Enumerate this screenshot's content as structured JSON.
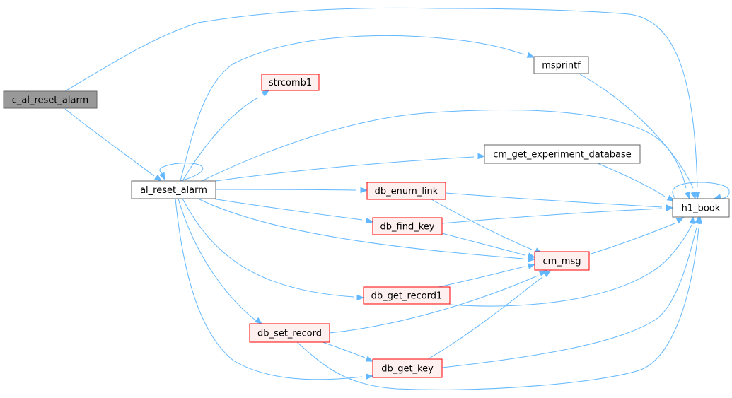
{
  "nodes": [
    {
      "id": "c_al_reset_alarm",
      "label": "c_al_reset_alarm",
      "style": "highlight"
    },
    {
      "id": "al_reset_alarm",
      "label": "al_reset_alarm",
      "style": "plain"
    },
    {
      "id": "msprintf",
      "label": "msprintf",
      "style": "plain"
    },
    {
      "id": "strcomb1",
      "label": "strcomb1",
      "style": "red"
    },
    {
      "id": "cm_get_experiment_database",
      "label": "cm_get_experiment_database",
      "style": "plain"
    },
    {
      "id": "db_enum_link",
      "label": "db_enum_link",
      "style": "red"
    },
    {
      "id": "db_find_key",
      "label": "db_find_key",
      "style": "red"
    },
    {
      "id": "cm_msg",
      "label": "cm_msg",
      "style": "red"
    },
    {
      "id": "db_get_record1",
      "label": "db_get_record1",
      "style": "red"
    },
    {
      "id": "db_set_record",
      "label": "db_set_record",
      "style": "red"
    },
    {
      "id": "db_get_key",
      "label": "db_get_key",
      "style": "red"
    },
    {
      "id": "h1_book",
      "label": "h1_book",
      "style": "plain"
    }
  ],
  "edges": [
    [
      "c_al_reset_alarm",
      "h1_book"
    ],
    [
      "c_al_reset_alarm",
      "al_reset_alarm"
    ],
    [
      "al_reset_alarm",
      "al_reset_alarm"
    ],
    [
      "al_reset_alarm",
      "msprintf"
    ],
    [
      "al_reset_alarm",
      "strcomb1"
    ],
    [
      "al_reset_alarm",
      "h1_book"
    ],
    [
      "al_reset_alarm",
      "cm_get_experiment_database"
    ],
    [
      "al_reset_alarm",
      "db_enum_link"
    ],
    [
      "al_reset_alarm",
      "db_find_key"
    ],
    [
      "al_reset_alarm",
      "cm_msg"
    ],
    [
      "al_reset_alarm",
      "db_get_record1"
    ],
    [
      "al_reset_alarm",
      "db_set_record"
    ],
    [
      "al_reset_alarm",
      "db_get_key"
    ],
    [
      "msprintf",
      "h1_book"
    ],
    [
      "cm_get_experiment_database",
      "h1_book"
    ],
    [
      "db_enum_link",
      "h1_book"
    ],
    [
      "db_enum_link",
      "cm_msg"
    ],
    [
      "db_find_key",
      "h1_book"
    ],
    [
      "db_find_key",
      "cm_msg"
    ],
    [
      "cm_msg",
      "h1_book"
    ],
    [
      "db_get_record1",
      "cm_msg"
    ],
    [
      "db_get_record1",
      "h1_book"
    ],
    [
      "db_set_record",
      "cm_msg"
    ],
    [
      "db_set_record",
      "db_get_key"
    ],
    [
      "db_set_record",
      "h1_book"
    ],
    [
      "db_get_key",
      "cm_msg"
    ],
    [
      "db_get_key",
      "h1_book"
    ],
    [
      "h1_book",
      "h1_book"
    ]
  ],
  "colors": {
    "edge": "#63b8ff",
    "highlight_fill": "#999999",
    "highlight_border": "#666666",
    "plain_fill": "#ffffff",
    "plain_border": "#666666",
    "red_fill": "#fff0f0",
    "red_border": "#ff0000"
  }
}
